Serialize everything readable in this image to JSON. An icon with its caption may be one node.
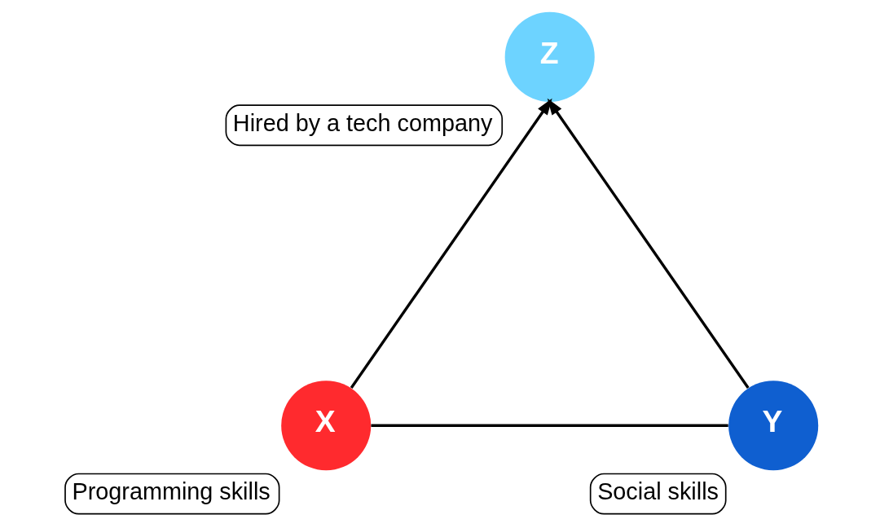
{
  "diagram": {
    "nodes": [
      {
        "text": [
          "Z",
          "Hired by a tech company"
        ]
      },
      {
        "text": [
          "X",
          "Programming skills"
        ]
      },
      {
        "text": [
          "Y",
          "Social skills"
        ]
      }
    ],
    "edges": [
      {
        "from": 1,
        "to": 0,
        "arrow": "to"
      },
      {
        "from": 2,
        "to": 0,
        "arrow": "to"
      },
      {
        "from": 1,
        "to": 2,
        "arrow": "none"
      }
    ]
  }
}
